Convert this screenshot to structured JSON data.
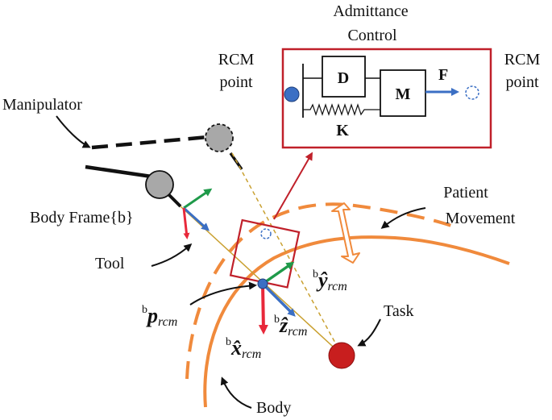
{
  "labels": {
    "admittance_line1": "Admittance",
    "admittance_line2": "Control",
    "rcm_left_line1": "RCM",
    "rcm_left_line2": "point",
    "rcm_right_line1": "RCM",
    "rcm_right_line2": "point",
    "damper": "D",
    "mass": "M",
    "force": "F",
    "spring": "K",
    "manipulator": "Manipulator",
    "body_frame": "Body Frame{b}",
    "tool": "Tool",
    "patient_line1": "Patient",
    "patient_line2": "Movement",
    "task": "Task",
    "body": "Body",
    "p_sup": "b",
    "p_main": "p",
    "p_sub": "rcm",
    "x_sup": "b",
    "x_main": "x̂",
    "x_sub": "rcm",
    "y_sup": "b",
    "y_main": "ŷ",
    "y_sub": "rcm",
    "z_sup": "b",
    "z_main": "ẑ",
    "z_sub": "rcm"
  },
  "colors": {
    "frame_red": "#c0202a",
    "axis_red": "#e8283a",
    "axis_green": "#1f9a4a",
    "axis_blue": "#3b6fc4",
    "body_orange": "#f08a3c",
    "joint_gray": "#a8a8a8",
    "task_red": "#c81e1e",
    "tool_line": "#c9a030"
  }
}
